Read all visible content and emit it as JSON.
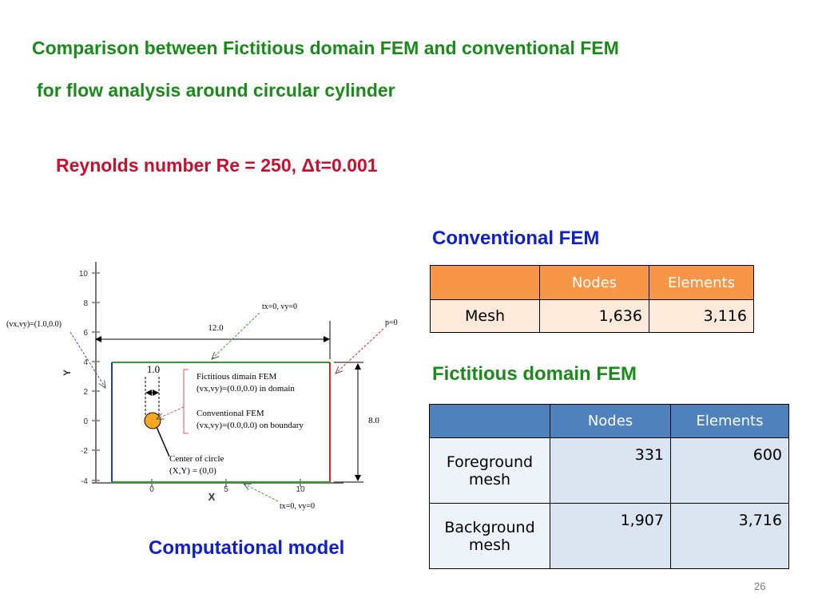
{
  "title_line1": "Comparison between Fictitious domain FEM and conventional FEM",
  "title_line2": "for flow analysis around circular cylinder",
  "reynolds": "Reynolds number Re = 250, Δt=0.001",
  "conventional": {
    "heading": "Conventional FEM",
    "headers": [
      "",
      "Nodes",
      "Elements"
    ],
    "rows": [
      {
        "label": "Mesh",
        "nodes": "1,636",
        "elements": "3,116"
      }
    ]
  },
  "fictitious": {
    "heading": "Fictitious domain FEM",
    "headers": [
      "",
      "Nodes",
      "Elements"
    ],
    "rows": [
      {
        "label": "Foreground mesh",
        "nodes": "331",
        "elements": "600"
      },
      {
        "label": "Background mesh",
        "nodes": "1,907",
        "elements": "3,716"
      }
    ]
  },
  "model": {
    "caption": "Computational model",
    "x_axis_label": "X",
    "y_axis_label": "Y",
    "x_ticks": [
      "0",
      "5",
      "10"
    ],
    "y_ticks": [
      "10",
      "8",
      "6",
      "4",
      "2",
      "0",
      "-2",
      "-4"
    ],
    "inlet_label": "(vx,vy)=(1.0,0.0)",
    "top_bc": "tx=0, vy=0",
    "bottom_bc": "tx=0, vy=0",
    "outlet_bc": "p=0",
    "width_dim": "12.0",
    "height_dim": "8.0",
    "diameter_dim": "1.0",
    "fd_line1": "Fictitious dimain FEM",
    "fd_line2": "(vx,vy)=(0.0,0.0) in domain",
    "conv_line1": "Conventional FEM",
    "conv_line2": "(vx,vy)=(0.0,0.0)  on boundary",
    "center_line1": "Center of circle",
    "center_line2": "(X,Y) = (0,0)"
  },
  "colors": {
    "title_green": "#1a8a1a",
    "reynolds_red": "#c8102e",
    "caption_blue": "#1020c8",
    "orange_header": "#f79646",
    "blue_header": "#4f81bd",
    "cylinder": "#f5a623"
  },
  "page_number": "26"
}
